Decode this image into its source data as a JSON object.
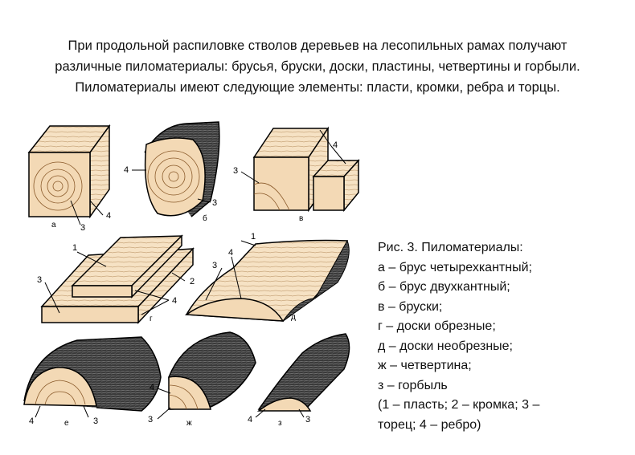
{
  "intro": {
    "line1": "При продольной распиловке стволов деревьев на лесопильных рамах получают",
    "line2": "различные пиломатериалы: брусья, бруски, доски, пластины, четвертины и горбыли.",
    "line3": "Пиломатериалы имеют следующие элементы: пласти, кромки, ребра и торцы."
  },
  "caption": {
    "title": "Рис. 3. Пиломатериалы:",
    "items": [
      "а – брус четырехкантный;",
      "б – брус двухкантный;",
      "в – бруски;",
      "г – доски обрезные;",
      "д – доски необрезные;",
      "ж – четвертина;",
      "з – горбыль",
      "(1 – пласть; 2 – кромка; 3 –",
      "торец; 4 – ребро)"
    ]
  },
  "figure": {
    "letters": {
      "a": "а",
      "b": "б",
      "v": "в",
      "g": "г",
      "d": "д",
      "e": "е",
      "zh": "ж",
      "z": "з"
    },
    "numbers": {
      "n1": "1",
      "n2": "2",
      "n3": "3",
      "n4": "4"
    },
    "colors": {
      "end_grain": "#f3d9b5",
      "face": "#f6e2c4",
      "bark": "#2a2a2a",
      "line": "#000000"
    }
  }
}
